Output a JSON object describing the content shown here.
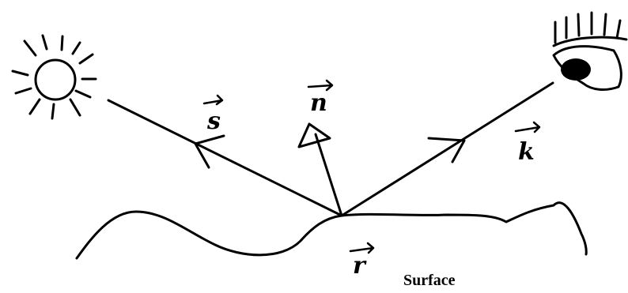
{
  "labels": {
    "s_vector": "s",
    "n_vector": "n",
    "k_vector": "k",
    "r_vector": "r",
    "caption": "Surface"
  },
  "colors": {
    "ink": "#000000",
    "background": "#ffffff"
  },
  "icons": {
    "light_source": "sun-icon",
    "observer": "eye-icon"
  }
}
